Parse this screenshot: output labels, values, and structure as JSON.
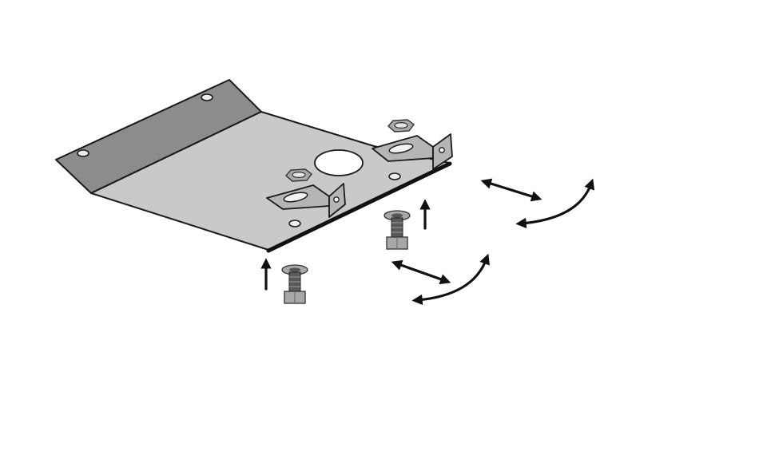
{
  "diagram": {
    "background": "#ffffff",
    "colors": {
      "flange": "#8c8c8c",
      "plate": "#c9c9c9",
      "plate_edge": "#1a1a1a",
      "bracket": "#b5b5b5",
      "hardware": "#a8a8a8",
      "thread": "#5a5a5a",
      "arrow": "#111111"
    },
    "parts": [
      {
        "name": "skid-plate",
        "icon": "mounting-plate-icon"
      },
      {
        "name": "rear-left-bracket",
        "icon": "l-bracket-icon"
      },
      {
        "name": "rear-right-bracket",
        "icon": "l-bracket-icon"
      },
      {
        "name": "front-bolt",
        "icon": "bolt-icon"
      },
      {
        "name": "rear-bolt",
        "icon": "bolt-icon"
      },
      {
        "name": "left-nut",
        "icon": "hex-nut-icon"
      },
      {
        "name": "right-nut",
        "icon": "hex-nut-icon"
      }
    ],
    "arrows": [
      {
        "name": "front-insert-arrow",
        "kind": "straight-up"
      },
      {
        "name": "rear-insert-arrow",
        "kind": "straight-up"
      },
      {
        "name": "front-adjust-double-arrow",
        "kind": "double-straight"
      },
      {
        "name": "front-rotate-arrow",
        "kind": "curved"
      },
      {
        "name": "rear-adjust-double-arrow",
        "kind": "double-straight"
      },
      {
        "name": "rear-rotate-arrow",
        "kind": "curved"
      }
    ]
  }
}
